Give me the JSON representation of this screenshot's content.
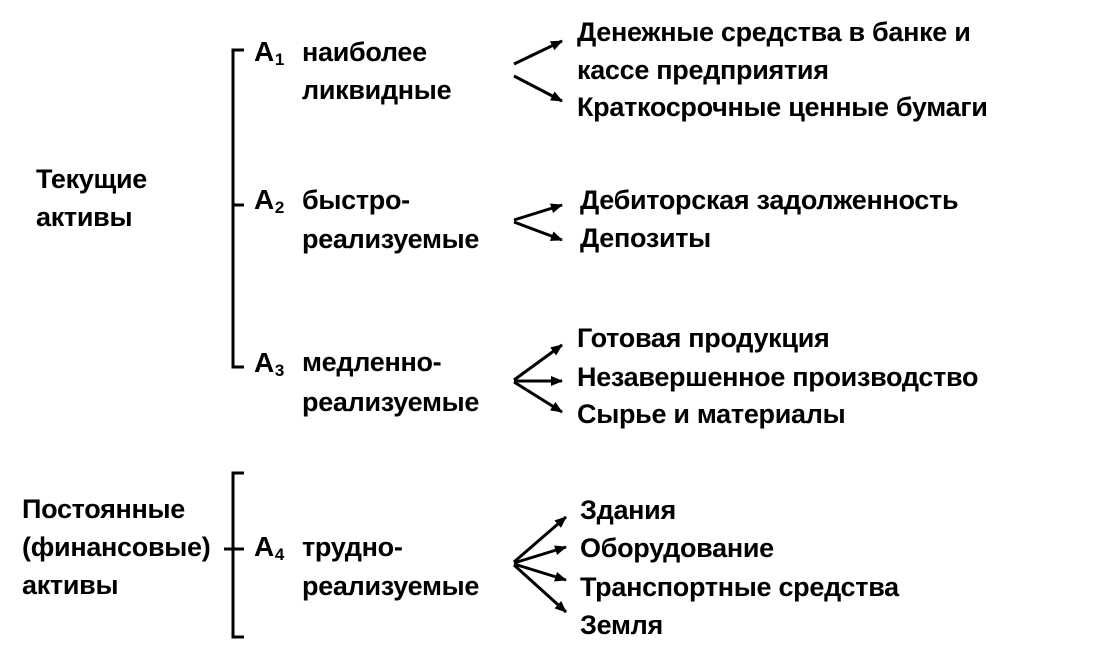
{
  "groups": [
    {
      "title_lines": [
        "Текущие",
        "активы"
      ],
      "categories": [
        {
          "code": "A",
          "index": "1",
          "name_lines": [
            "наиболее",
            "ликвидные"
          ],
          "items": [
            "Денежные средства в банке и",
            "кассе предприятия",
            "Краткосрочные ценные бумаги"
          ]
        },
        {
          "code": "A",
          "index": "2",
          "name_lines": [
            "быстро-",
            "реализуемые"
          ],
          "items": [
            "Дебиторская задолженность",
            "Депозиты"
          ]
        },
        {
          "code": "A",
          "index": "3",
          "name_lines": [
            "медленно-",
            "реализуемые"
          ],
          "items": [
            "Готовая продукция",
            "Незавершенное производство",
            "Сырье и материалы"
          ]
        }
      ]
    },
    {
      "title_lines": [
        "Постоянные",
        "(финансовые)",
        "активы"
      ],
      "categories": [
        {
          "code": "A",
          "index": "4",
          "name_lines": [
            "трудно-",
            "реализуемые"
          ],
          "items": [
            "Здания",
            "Оборудование",
            "Транспортные средства",
            "Земля"
          ]
        }
      ]
    }
  ]
}
